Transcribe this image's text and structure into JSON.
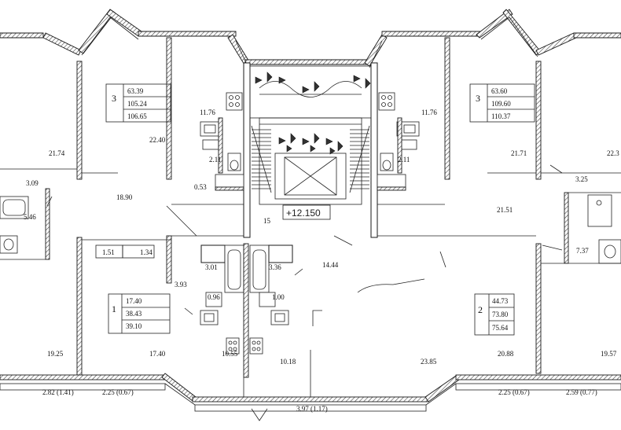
{
  "room_areas": {
    "left_top_bedroom": "21.74",
    "left_top_living": "22.40",
    "left_kitchen_tl": "11.76",
    "left_bath_tl": "2.11",
    "left_closet_tl": "0.53",
    "left_balcony_tl": "3.09",
    "left_bath_far": "5.46",
    "left_hall_tl": "18.90",
    "right_kitchen_tr": "11.76",
    "right_bath_tr": "2.11",
    "right_top_bedroom": "21.71",
    "right_top_far": "22.3",
    "right_balcony_tr": "3.25",
    "right_hall_tr": "21.51",
    "right_bath_far": "7.37",
    "stair_center": "15",
    "left_closet_a": "1.51",
    "left_closet_b": "1.34",
    "left_corridor_bl": "3.93",
    "left_bath_bl": "3.01",
    "left_wc_bl": "0.96",
    "right_bath_bl": "3.36",
    "right_wc_bl": "1.00",
    "center_hall_bl": "14.44",
    "left_living_bl": "19.25",
    "left_bedroom_bl": "17.40",
    "left_kitchen_bl": "10.55",
    "center_kitchen_bl": "10.18",
    "right_living_bl": "23.85",
    "right_bedroom_bl": "20.88",
    "right_far_bl": "19.57"
  },
  "apartments": [
    {
      "number": "3",
      "areas": [
        "63.39",
        "105.24",
        "106.65"
      ]
    },
    {
      "number": "3",
      "areas": [
        "63.60",
        "109.60",
        "110.37"
      ]
    },
    {
      "number": "1",
      "areas": [
        "17.40",
        "38.43",
        "39.10"
      ]
    },
    {
      "number": "2",
      "areas": [
        "44.73",
        "73.80",
        "75.64"
      ]
    }
  ],
  "elevation": "+12.150",
  "balcony_labels": {
    "bottom_left_1": "2.82 (1.41)",
    "bottom_left_2": "2.25 (0.67)",
    "bottom_center": "3.97 (1.17)",
    "bottom_right_1": "2.25 (0.67)",
    "bottom_right_2": "2.59 (0.77)"
  }
}
